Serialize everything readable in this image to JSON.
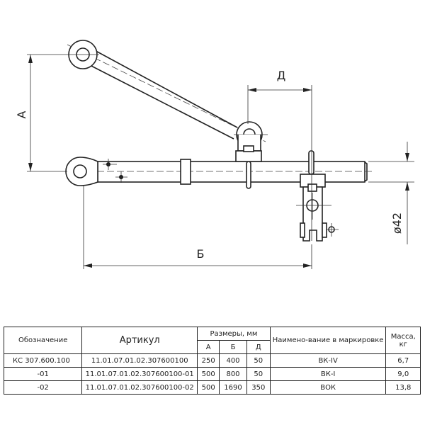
{
  "drawing": {
    "dim_a": "А",
    "dim_b": "Б",
    "dim_d": "Д",
    "dim_diameter": "ø42"
  },
  "table": {
    "headers": {
      "designation": "Обозначение",
      "article": "Артикул",
      "dimensions": "Размеры, мм",
      "a": "А",
      "b": "Б",
      "d": "Д",
      "marking": "Наимено-вание в маркировке",
      "mass": "Масса,",
      "mass_unit": "кг"
    },
    "rows": [
      {
        "designation": "КС 307.600.100",
        "article": "11.01.07.01.02.307600100",
        "a": "250",
        "b": "400",
        "d": "50",
        "marking": "ВК-IV",
        "mass": "6,7"
      },
      {
        "designation": "-01",
        "article": "11.01.07.01.02.307600100-01",
        "a": "500",
        "b": "800",
        "d": "50",
        "marking": "ВК-I",
        "mass": "9,0"
      },
      {
        "designation": "-02",
        "article": "11.01.07.01.02.307600100-02",
        "a": "500",
        "b": "1690",
        "d": "350",
        "marking": "ВОК",
        "mass": "13,8"
      }
    ]
  }
}
